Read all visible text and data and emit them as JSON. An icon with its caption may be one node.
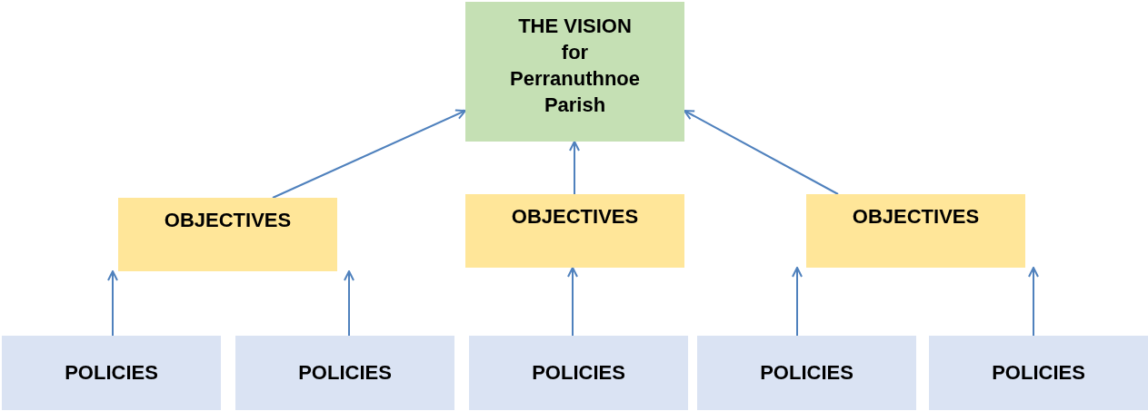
{
  "diagram": {
    "nodes": [
      {
        "text": [
          "THE VISION for Perranuthnoe Parish"
        ]
      },
      {
        "text": [
          "OBJECTIVES"
        ]
      },
      {
        "text": [
          "OBJECTIVES"
        ]
      },
      {
        "text": [
          "OBJECTIVES"
        ]
      },
      {
        "text": [
          "POLICIES"
        ]
      },
      {
        "text": [
          "POLICIES"
        ]
      },
      {
        "text": [
          "POLICIES"
        ]
      },
      {
        "text": [
          "POLICIES"
        ]
      },
      {
        "text": [
          "POLICIES"
        ]
      }
    ],
    "edges": [
      {
        "from": 1,
        "to": 0,
        "arrow": "to"
      },
      {
        "from": 2,
        "to": 0,
        "arrow": "to"
      },
      {
        "from": 3,
        "to": 0,
        "arrow": "to"
      },
      {
        "from": 4,
        "to": 1,
        "arrow": "to"
      },
      {
        "from": 5,
        "to": 1,
        "arrow": "to"
      },
      {
        "from": 6,
        "to": 2,
        "arrow": "to"
      },
      {
        "from": 7,
        "to": 3,
        "arrow": "to"
      },
      {
        "from": 8,
        "to": 3,
        "arrow": "to"
      }
    ]
  }
}
